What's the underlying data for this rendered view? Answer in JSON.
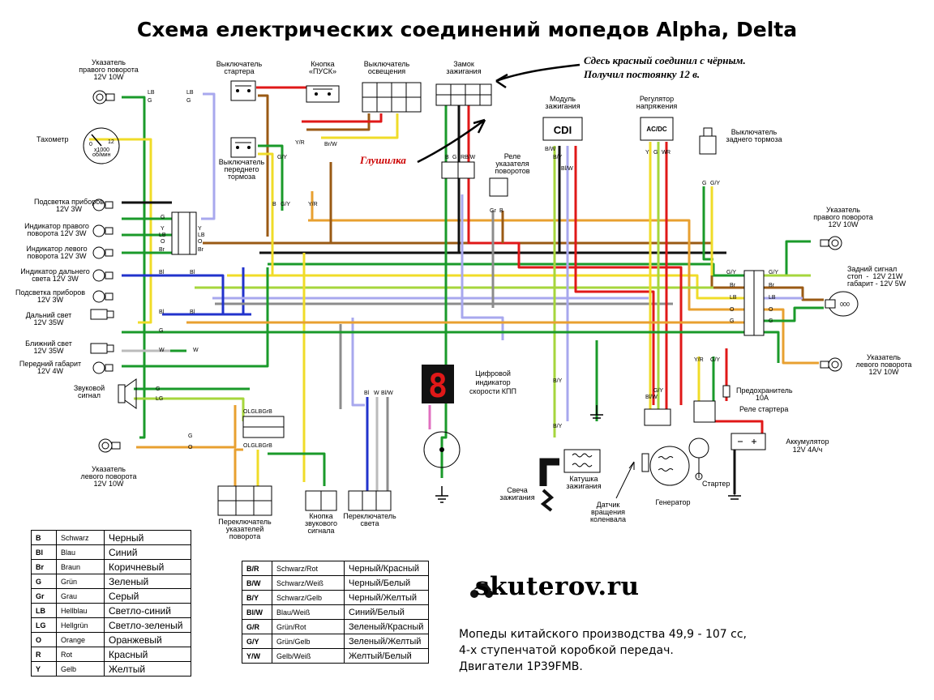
{
  "title": "Схема електрических соединений мопедов Alpha, Delta",
  "note": [
    "Сдесь красный соединил с чёрным.",
    "Получил постоянку 12 в."
  ],
  "glushilka": "Глушилка",
  "colors": {
    "black": "#111111",
    "blue": "#2233cc",
    "brown": "#9a5a14",
    "green": "#1a9a2a",
    "gray": "#8c8c8c",
    "light_blue": "#a8a8ee",
    "light_green": "#a6d63c",
    "orange": "#e8a030",
    "red": "#e01818",
    "yellow": "#f0dc28",
    "white": "#f5f5f5"
  },
  "components": {
    "right_turn_front": "Указатель правого поворота 12V 10W",
    "starter_switch": "Выключатель стартера",
    "start_button": "Кнопка «ПУСК»",
    "light_switch": "Выключатель освещения",
    "ignition_lock": "Замок зажигания",
    "tacho": "Тахометр",
    "tacho_scale": [
      "0",
      "12",
      "x1000",
      "об/мин"
    ],
    "front_brake_switch": "Выключатель переднего тормоза",
    "fuse_relay": "Реле указателя поворотов",
    "ignition_module": "Модуль зажигания",
    "cdi": "CDI",
    "regulator": "Регулятор напряжения",
    "acdc": "AC/DC",
    "rear_brake_switch": "Выключатель заднего тормоза",
    "instr_light1": "Подсветка приборов 12V 3W",
    "right_indicator": "Индикатор правого поворота 12V 3W",
    "left_indicator": "Индикатор левого поворота 12V 3W",
    "high_beam_ind": "Индикатор дальнего света 12V 3W",
    "instr_light2": "Подсветка приборов 12V 3W",
    "high_beam": "Дальний свет 12V 35W",
    "low_beam": "Ближний свет 12V 35W",
    "front_marker": "Передний габарит 12V 4W",
    "horn": "Звуковой сигнал",
    "left_turn_front": "Указатель левого поворота 12V 10W",
    "right_turn_rear": "Указатель правого поворота 12V 10W",
    "tail_light": "Задний сигнал стоп - 12V 21W габарит - 12V 5W",
    "left_turn_rear": "Указатель левого поворота 12V 10W",
    "gear_indicator": "Цифровой индикатор скорости КПП",
    "gear_digit": "8",
    "fuse": "Предохранитель 10А",
    "starter_relay": "Реле стартера",
    "battery": "Аккумулятор 12V 4А/ч",
    "spark_plug": "Свеча зажигания",
    "ign_coil": "Катушка зажигания",
    "crank_sensor": "Датчик вращения коленвала",
    "generator": "Генератор",
    "starter": "Стартер",
    "turn_switch": "Переключатель указателей поворота",
    "horn_button": "Кнопка звукового сигнала",
    "light_switch2": "Переключатель света"
  },
  "wire_labels": {
    "lb": "LB",
    "g": "G",
    "y": "Y",
    "o": "O",
    "br": "Br",
    "bl": "Bl",
    "w": "W",
    "b": "B",
    "r": "R",
    "gr": "Gr",
    "lg": "LG",
    "gy": "G/Y",
    "yr": "Y/R",
    "brw": "Br/W",
    "blw": "Bl/W",
    "bw": "B/W",
    "by": "B/Y",
    "rbw": "RB/W",
    "gr_combo": "G/R",
    "yw": "Y/W",
    "bbl": "B Bl",
    "olgb": "OLGLBGrB"
  },
  "color_legend": [
    {
      "code": "B",
      "de": "Schwarz",
      "ru": "Черный"
    },
    {
      "code": "Bl",
      "de": "Blau",
      "ru": "Синий"
    },
    {
      "code": "Br",
      "de": "Braun",
      "ru": "Коричневый"
    },
    {
      "code": "G",
      "de": "Grün",
      "ru": "Зеленый"
    },
    {
      "code": "Gr",
      "de": "Grau",
      "ru": "Серый"
    },
    {
      "code": "LB",
      "de": "Hellblau",
      "ru": "Светло-синий"
    },
    {
      "code": "LG",
      "de": "Hellgrün",
      "ru": "Светло-зеленый"
    },
    {
      "code": "O",
      "de": "Orange",
      "ru": "Оранжевый"
    },
    {
      "code": "R",
      "de": "Rot",
      "ru": "Красный"
    },
    {
      "code": "Y",
      "de": "Gelb",
      "ru": "Желтый"
    }
  ],
  "combo_legend": [
    {
      "code": "B/R",
      "de": "Schwarz/Rot",
      "ru": "Черный/Красный"
    },
    {
      "code": "B/W",
      "de": "Schwarz/Weiß",
      "ru": "Черный/Белый"
    },
    {
      "code": "B/Y",
      "de": "Schwarz/Gelb",
      "ru": "Черный/Желтый"
    },
    {
      "code": "Bl/W",
      "de": "Blau/Weiß",
      "ru": "Синий/Белый"
    },
    {
      "code": "G/R",
      "de": "Grün/Rot",
      "ru": "Зеленый/Красный"
    },
    {
      "code": "G/Y",
      "de": "Grün/Gelb",
      "ru": "Зеленый/Желтый"
    },
    {
      "code": "Y/W",
      "de": "Gelb/Weiß",
      "ru": "Желтый/Белый"
    }
  ],
  "brand": "skuterov.ru",
  "description": [
    "Мопеды китайского производства 49,9 - 107 сс,",
    "4-х ступенчатой коробкой передач.",
    "Двигатели 1P39FMB."
  ]
}
